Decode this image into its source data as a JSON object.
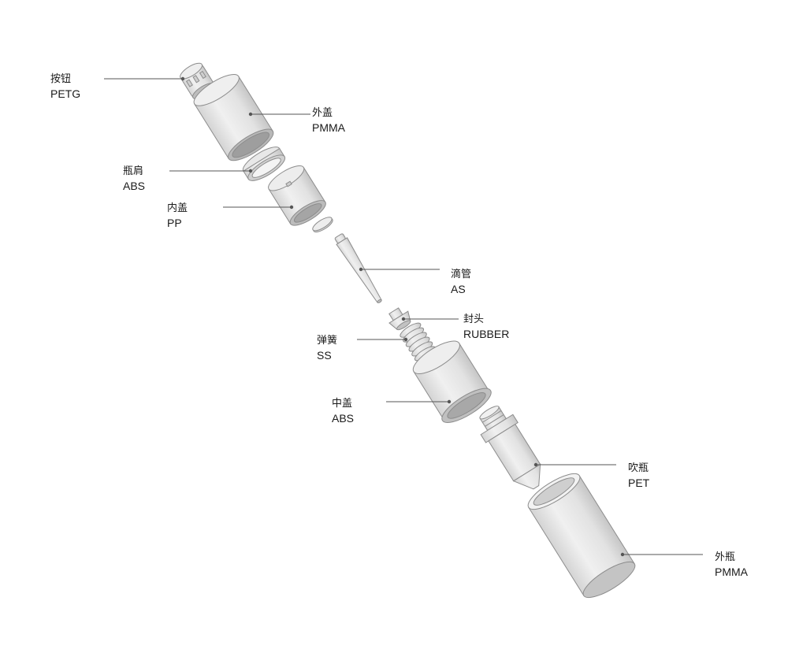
{
  "parts": [
    {
      "id": "button",
      "name": "按钮",
      "material": "PETG"
    },
    {
      "id": "outer-cap",
      "name": "外盖",
      "material": "PMMA"
    },
    {
      "id": "shoulder",
      "name": "瓶肩",
      "material": "ABS"
    },
    {
      "id": "inner-cap",
      "name": "内盖",
      "material": "PP"
    },
    {
      "id": "dropper-tube",
      "name": "滴管",
      "material": "AS"
    },
    {
      "id": "seal-head",
      "name": "封头",
      "material": "RUBBER"
    },
    {
      "id": "spring",
      "name": "弹簧",
      "material": "SS"
    },
    {
      "id": "middle-cap",
      "name": "中盖",
      "material": "ABS"
    },
    {
      "id": "blow-bottle",
      "name": "吹瓶",
      "material": "PET"
    },
    {
      "id": "outer-bottle",
      "name": "外瓶",
      "material": "PMMA"
    }
  ],
  "colors": {
    "part_fill": "#e4e4e4",
    "part_shade": "#c9c9c9",
    "part_stroke": "#8c8c8c",
    "leader": "#555555",
    "text": "#1a1a1a"
  }
}
